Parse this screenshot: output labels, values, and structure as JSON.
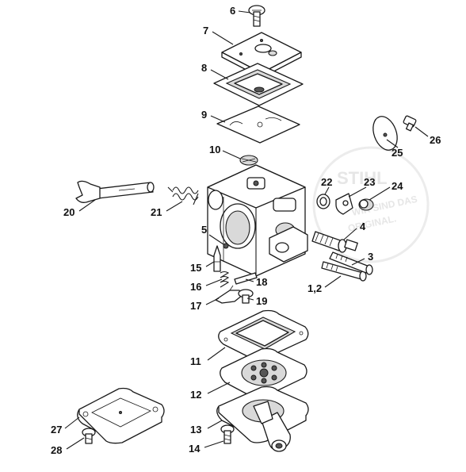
{
  "watermark": {
    "brand": "STIHL",
    "line1": "WIR SIND DAS",
    "line2": "ORIGINAL."
  },
  "callouts": [
    "6",
    "7",
    "8",
    "9",
    "10",
    "22",
    "23",
    "24",
    "25",
    "26",
    "20",
    "21",
    "5",
    "4",
    "3",
    "15",
    "16",
    "18",
    "17",
    "19",
    "1,2",
    "11",
    "12",
    "27",
    "13",
    "28",
    "14"
  ]
}
